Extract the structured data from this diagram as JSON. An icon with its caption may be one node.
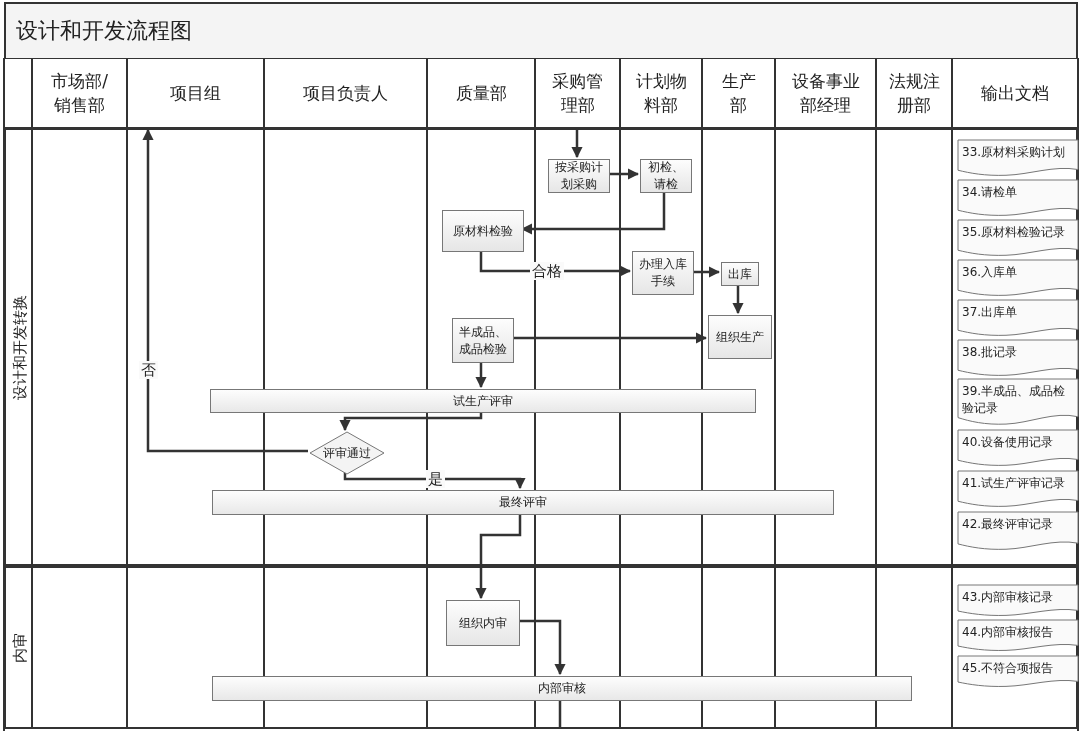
{
  "diagram": {
    "title": "设计和开发流程图",
    "nodes": [
      {
        "text": [
          "设计和开发转换"
        ]
      },
      {
        "text": [
          "按采购计划采购"
        ],
        "in": 0
      },
      {
        "text": [
          "初检、请检"
        ],
        "in": 0
      },
      {
        "text": [
          "原材料检验"
        ],
        "in": 0
      },
      {
        "text": [
          "办理入库手续"
        ],
        "in": 0
      },
      {
        "text": [
          "出库"
        ],
        "in": 0
      },
      {
        "text": [
          "半成品、成品检验"
        ],
        "in": 0
      },
      {
        "text": [
          "组织生产"
        ],
        "in": 0
      },
      {
        "text": [
          "试生产评审"
        ],
        "in": 0
      },
      {
        "text": [
          "评审通过"
        ],
        "in": 0
      },
      {
        "text": [
          "最终评审"
        ],
        "in": 0
      },
      {
        "text": [
          "33.原材料采购计划"
        ],
        "in": 0
      },
      {
        "text": [
          "34.请检单"
        ],
        "in": 0
      },
      {
        "text": [
          "35.原材料检验记录"
        ],
        "in": 0
      },
      {
        "text": [
          "36.入库单"
        ],
        "in": 0
      },
      {
        "text": [
          "37.出库单"
        ],
        "in": 0
      },
      {
        "text": [
          "38.批记录"
        ],
        "in": 0
      },
      {
        "text": [
          "39.半成品、成品检验记录"
        ],
        "in": 0
      },
      {
        "text": [
          "40.设备使用记录"
        ],
        "in": 0
      },
      {
        "text": [
          "41.试生产评审记录"
        ],
        "in": 0
      },
      {
        "text": [
          "42.最终评审记录"
        ],
        "in": 0
      },
      {
        "text": [
          "内审"
        ]
      },
      {
        "text": [
          "组织内审"
        ],
        "in": 21
      },
      {
        "text": [
          "内部审核"
        ],
        "in": 21
      },
      {
        "text": [
          "43.内部审核记录"
        ],
        "in": 21
      },
      {
        "text": [
          "44.内部审核报告"
        ],
        "in": 21
      },
      {
        "text": [
          "45.不符合项报告"
        ],
        "in": 21
      }
    ],
    "edges": [
      {
        "from": null,
        "to": 1,
        "arrow": "to"
      },
      {
        "from": 1,
        "to": 2,
        "arrow": "to"
      },
      {
        "from": 2,
        "to": 3,
        "arrow": "to"
      },
      {
        "from": 3,
        "to": 4,
        "arrow": "to",
        "label": "合格"
      },
      {
        "from": 4,
        "to": 5,
        "arrow": "to"
      },
      {
        "from": 5,
        "to": 7,
        "arrow": "to"
      },
      {
        "from": 6,
        "to": 7,
        "arrow": "to"
      },
      {
        "from": 6,
        "to": 8,
        "arrow": "to"
      },
      {
        "from": 8,
        "to": 9,
        "arrow": "to"
      },
      {
        "from": 9,
        "to": 10,
        "arrow": "to",
        "label": "是"
      },
      {
        "from": 9,
        "to": null,
        "arrow": "to",
        "label": "否"
      },
      {
        "from": 10,
        "to": 22,
        "arrow": "to"
      },
      {
        "from": 22,
        "to": 23,
        "arrow": "to"
      },
      {
        "from": 23,
        "to": null,
        "arrow": "none"
      }
    ],
    "labels": [
      "市场部/销售部",
      "项目组",
      "项目负责人",
      "质量部",
      "采购管理部",
      "计划物料部",
      "生产部",
      "设备事业部经理",
      "法规注册部",
      "输出文档"
    ]
  }
}
